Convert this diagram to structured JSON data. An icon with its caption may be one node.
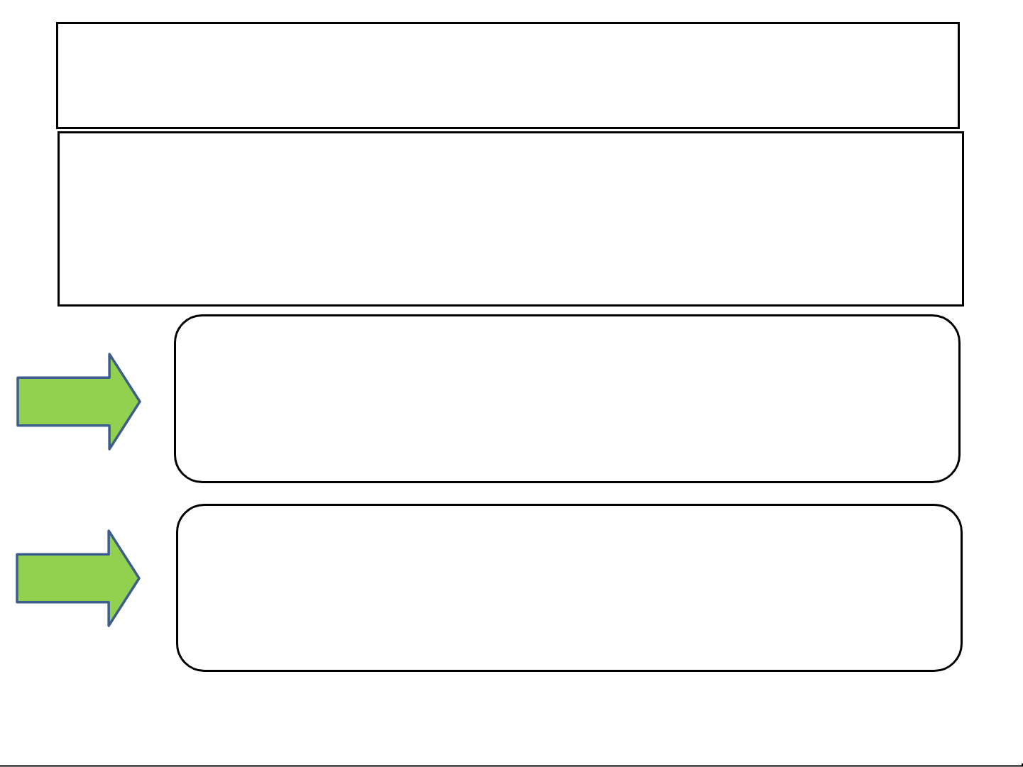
{
  "diagram": {
    "nodes": [
      {
        "text": [],
        "shape": "box"
      },
      {
        "text": [],
        "shape": "box"
      },
      {
        "text": [],
        "shape": "arrow"
      },
      {
        "text": [],
        "shape": "box"
      },
      {
        "text": [],
        "shape": "arrow"
      },
      {
        "text": [],
        "shape": "box"
      }
    ]
  }
}
